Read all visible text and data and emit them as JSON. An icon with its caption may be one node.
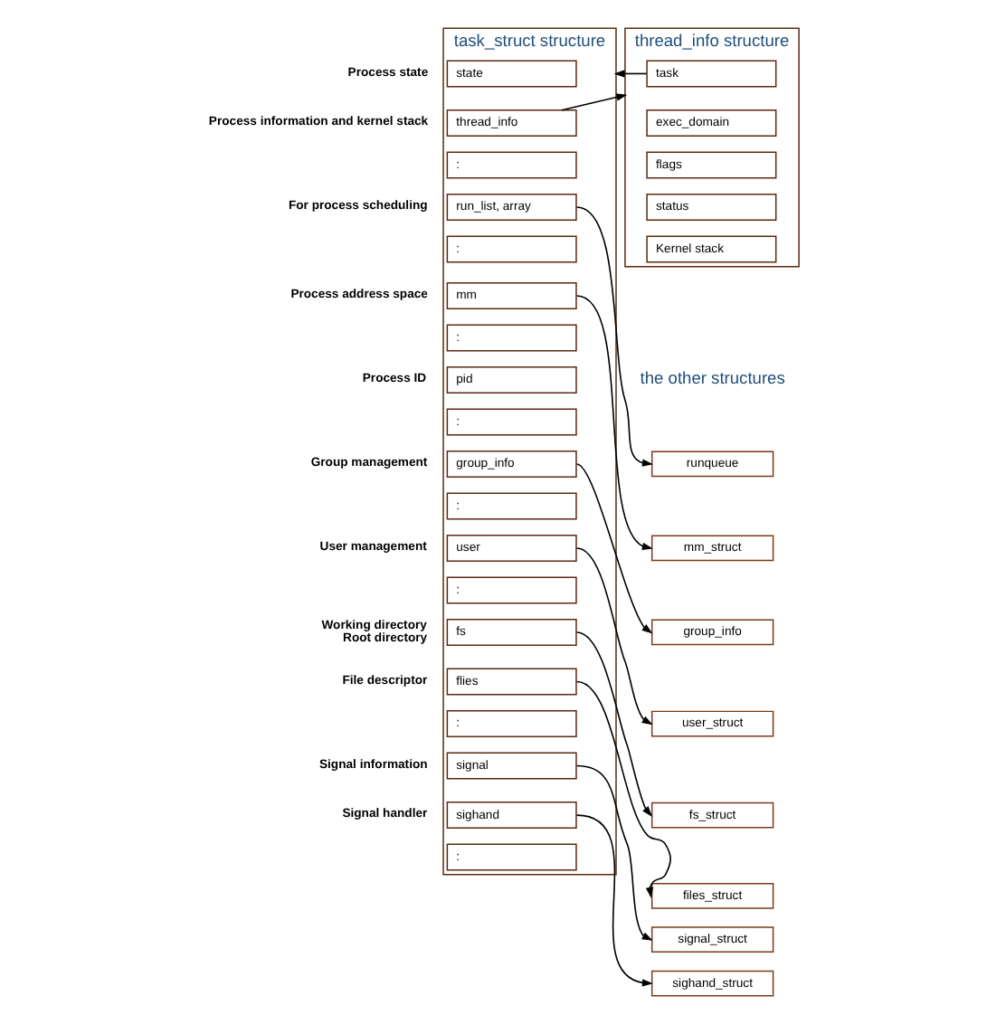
{
  "diagram": {
    "nodes": [
      {
        "text": [
          "task_struct structure"
        ]
      },
      {
        "text": [
          "state"
        ],
        "in": 0,
        "beside": [
          "Process state"
        ]
      },
      {
        "text": [
          "thread_info"
        ],
        "in": 0,
        "beside": [
          "Process information and kernel stack"
        ]
      },
      {
        "text": [
          ":"
        ],
        "in": 0
      },
      {
        "text": [
          "run_list, array"
        ],
        "in": 0,
        "beside": [
          "For process scheduling"
        ]
      },
      {
        "text": [
          ":"
        ],
        "in": 0
      },
      {
        "text": [
          "mm"
        ],
        "in": 0,
        "beside": [
          "Process address space"
        ]
      },
      {
        "text": [
          ":"
        ],
        "in": 0
      },
      {
        "text": [
          "pid"
        ],
        "in": 0,
        "beside": [
          "Process ID"
        ]
      },
      {
        "text": [
          ":"
        ],
        "in": 0
      },
      {
        "text": [
          "group_info"
        ],
        "in": 0,
        "beside": [
          "Group management"
        ]
      },
      {
        "text": [
          ":"
        ],
        "in": 0
      },
      {
        "text": [
          "user"
        ],
        "in": 0,
        "beside": [
          "User management"
        ]
      },
      {
        "text": [
          ":"
        ],
        "in": 0
      },
      {
        "text": [
          "fs"
        ],
        "in": 0,
        "beside": [
          "Working directory",
          "Root directory"
        ]
      },
      {
        "text": [
          "flies"
        ],
        "in": 0,
        "beside": [
          "File descriptor"
        ]
      },
      {
        "text": [
          ":"
        ],
        "in": 0
      },
      {
        "text": [
          "signal"
        ],
        "in": 0,
        "beside": [
          "Signal information"
        ]
      },
      {
        "text": [
          "sighand"
        ],
        "in": 0,
        "beside": [
          "Signal handler"
        ]
      },
      {
        "text": [
          ":"
        ],
        "in": 0
      },
      {
        "text": [
          "thread_info structure"
        ]
      },
      {
        "text": [
          "task"
        ],
        "in": 20
      },
      {
        "text": [
          "exec_domain"
        ],
        "in": 20
      },
      {
        "text": [
          "flags"
        ],
        "in": 20
      },
      {
        "text": [
          "status"
        ],
        "in": 20
      },
      {
        "text": [
          "Kernel stack"
        ],
        "in": 20
      },
      {
        "text": [
          "runqueue"
        ]
      },
      {
        "text": [
          "mm_struct"
        ]
      },
      {
        "text": [
          "group_info"
        ]
      },
      {
        "text": [
          "user_struct"
        ]
      },
      {
        "text": [
          "fs_struct"
        ]
      },
      {
        "text": [
          "files_struct"
        ]
      },
      {
        "text": [
          "signal_struct"
        ]
      },
      {
        "text": [
          "sighand_struct"
        ]
      }
    ],
    "edges": [
      {
        "from": 2,
        "to": 20,
        "arrow": "to"
      },
      {
        "from": 21,
        "to": 0,
        "arrow": "to"
      },
      {
        "from": 4,
        "to": 26,
        "arrow": "to"
      },
      {
        "from": 6,
        "to": 27,
        "arrow": "to"
      },
      {
        "from": 10,
        "to": 28,
        "arrow": "to"
      },
      {
        "from": 12,
        "to": 29,
        "arrow": "to"
      },
      {
        "from": 14,
        "to": 30,
        "arrow": "to"
      },
      {
        "from": 15,
        "to": 31,
        "arrow": "to"
      },
      {
        "from": 17,
        "to": 32,
        "arrow": "to"
      },
      {
        "from": 18,
        "to": 33,
        "arrow": "to"
      }
    ],
    "labels": [
      "the other structures"
    ]
  }
}
